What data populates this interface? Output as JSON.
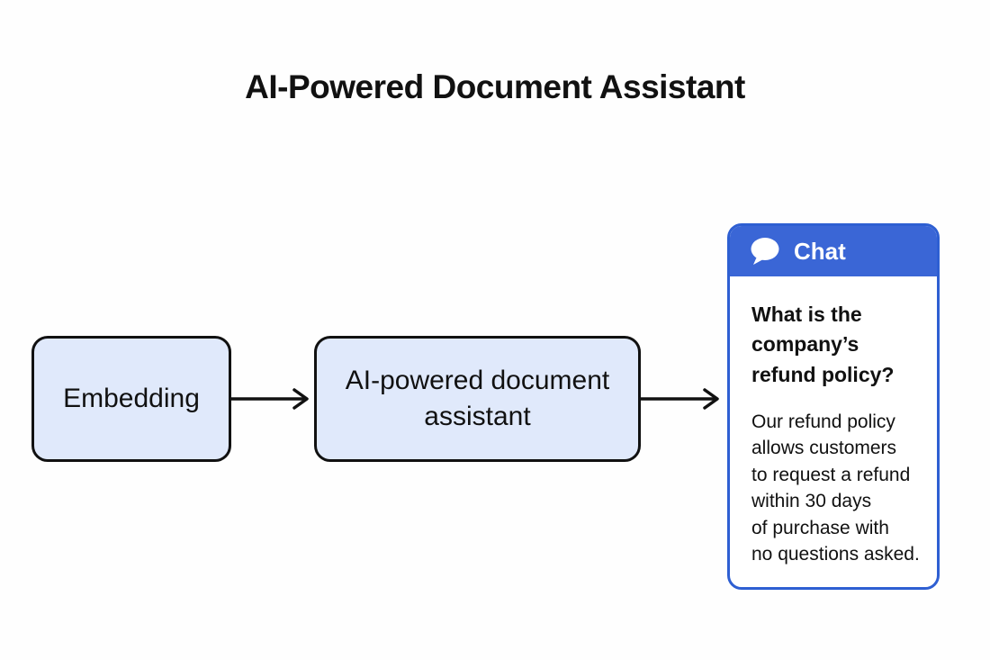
{
  "title": "AI-Powered Document Assistant",
  "colors": {
    "background": "#FEFEFE",
    "node_fill": "#E0E9FB",
    "node_border": "#111111",
    "arrow": "#111111",
    "chat_header_bg": "#3A66D6",
    "chat_panel_border": "#2E5FD2",
    "chat_header_text": "#FFFFFF",
    "body_text": "#111111"
  },
  "flow": {
    "nodes": [
      {
        "id": "embedding",
        "label": "Embedding"
      },
      {
        "id": "assistant",
        "label": "AI-powered document assistant"
      }
    ],
    "arrows": [
      {
        "from": "embedding",
        "to": "assistant"
      },
      {
        "from": "assistant",
        "to": "chat"
      }
    ]
  },
  "chat": {
    "header": {
      "icon": "speech-bubble-icon",
      "label": "Chat"
    },
    "question": "What is the\ncompany’s\nrefund policy?",
    "answer": "Our refund policy\nallows customers\nto request a refund\nwithin 30 days\nof purchase with\nno questions asked."
  }
}
